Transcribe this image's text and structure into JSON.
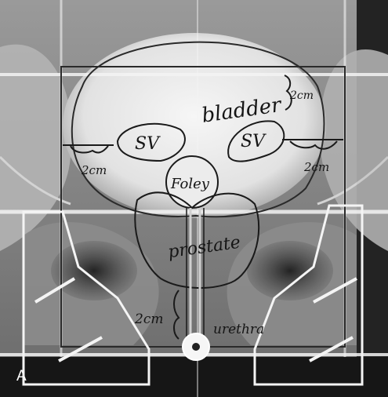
{
  "panel": {
    "letter": "A"
  },
  "annotations": {
    "bladder": "bladder",
    "bladder_margin": "2cm",
    "sv_left": "SV",
    "sv_right": "SV",
    "margin_left": "2cm",
    "margin_right": "2cm",
    "foley": "Foley",
    "prostate": "prostate",
    "urethra_margin": "2cm",
    "urethra": "urethra"
  },
  "colors": {
    "film_dark": "#1c1c1c",
    "film_mid": "#6a6a6a",
    "film_light": "#d8d8d8",
    "marker_white": "#f4f4f4",
    "ink_dark": "#151515"
  }
}
